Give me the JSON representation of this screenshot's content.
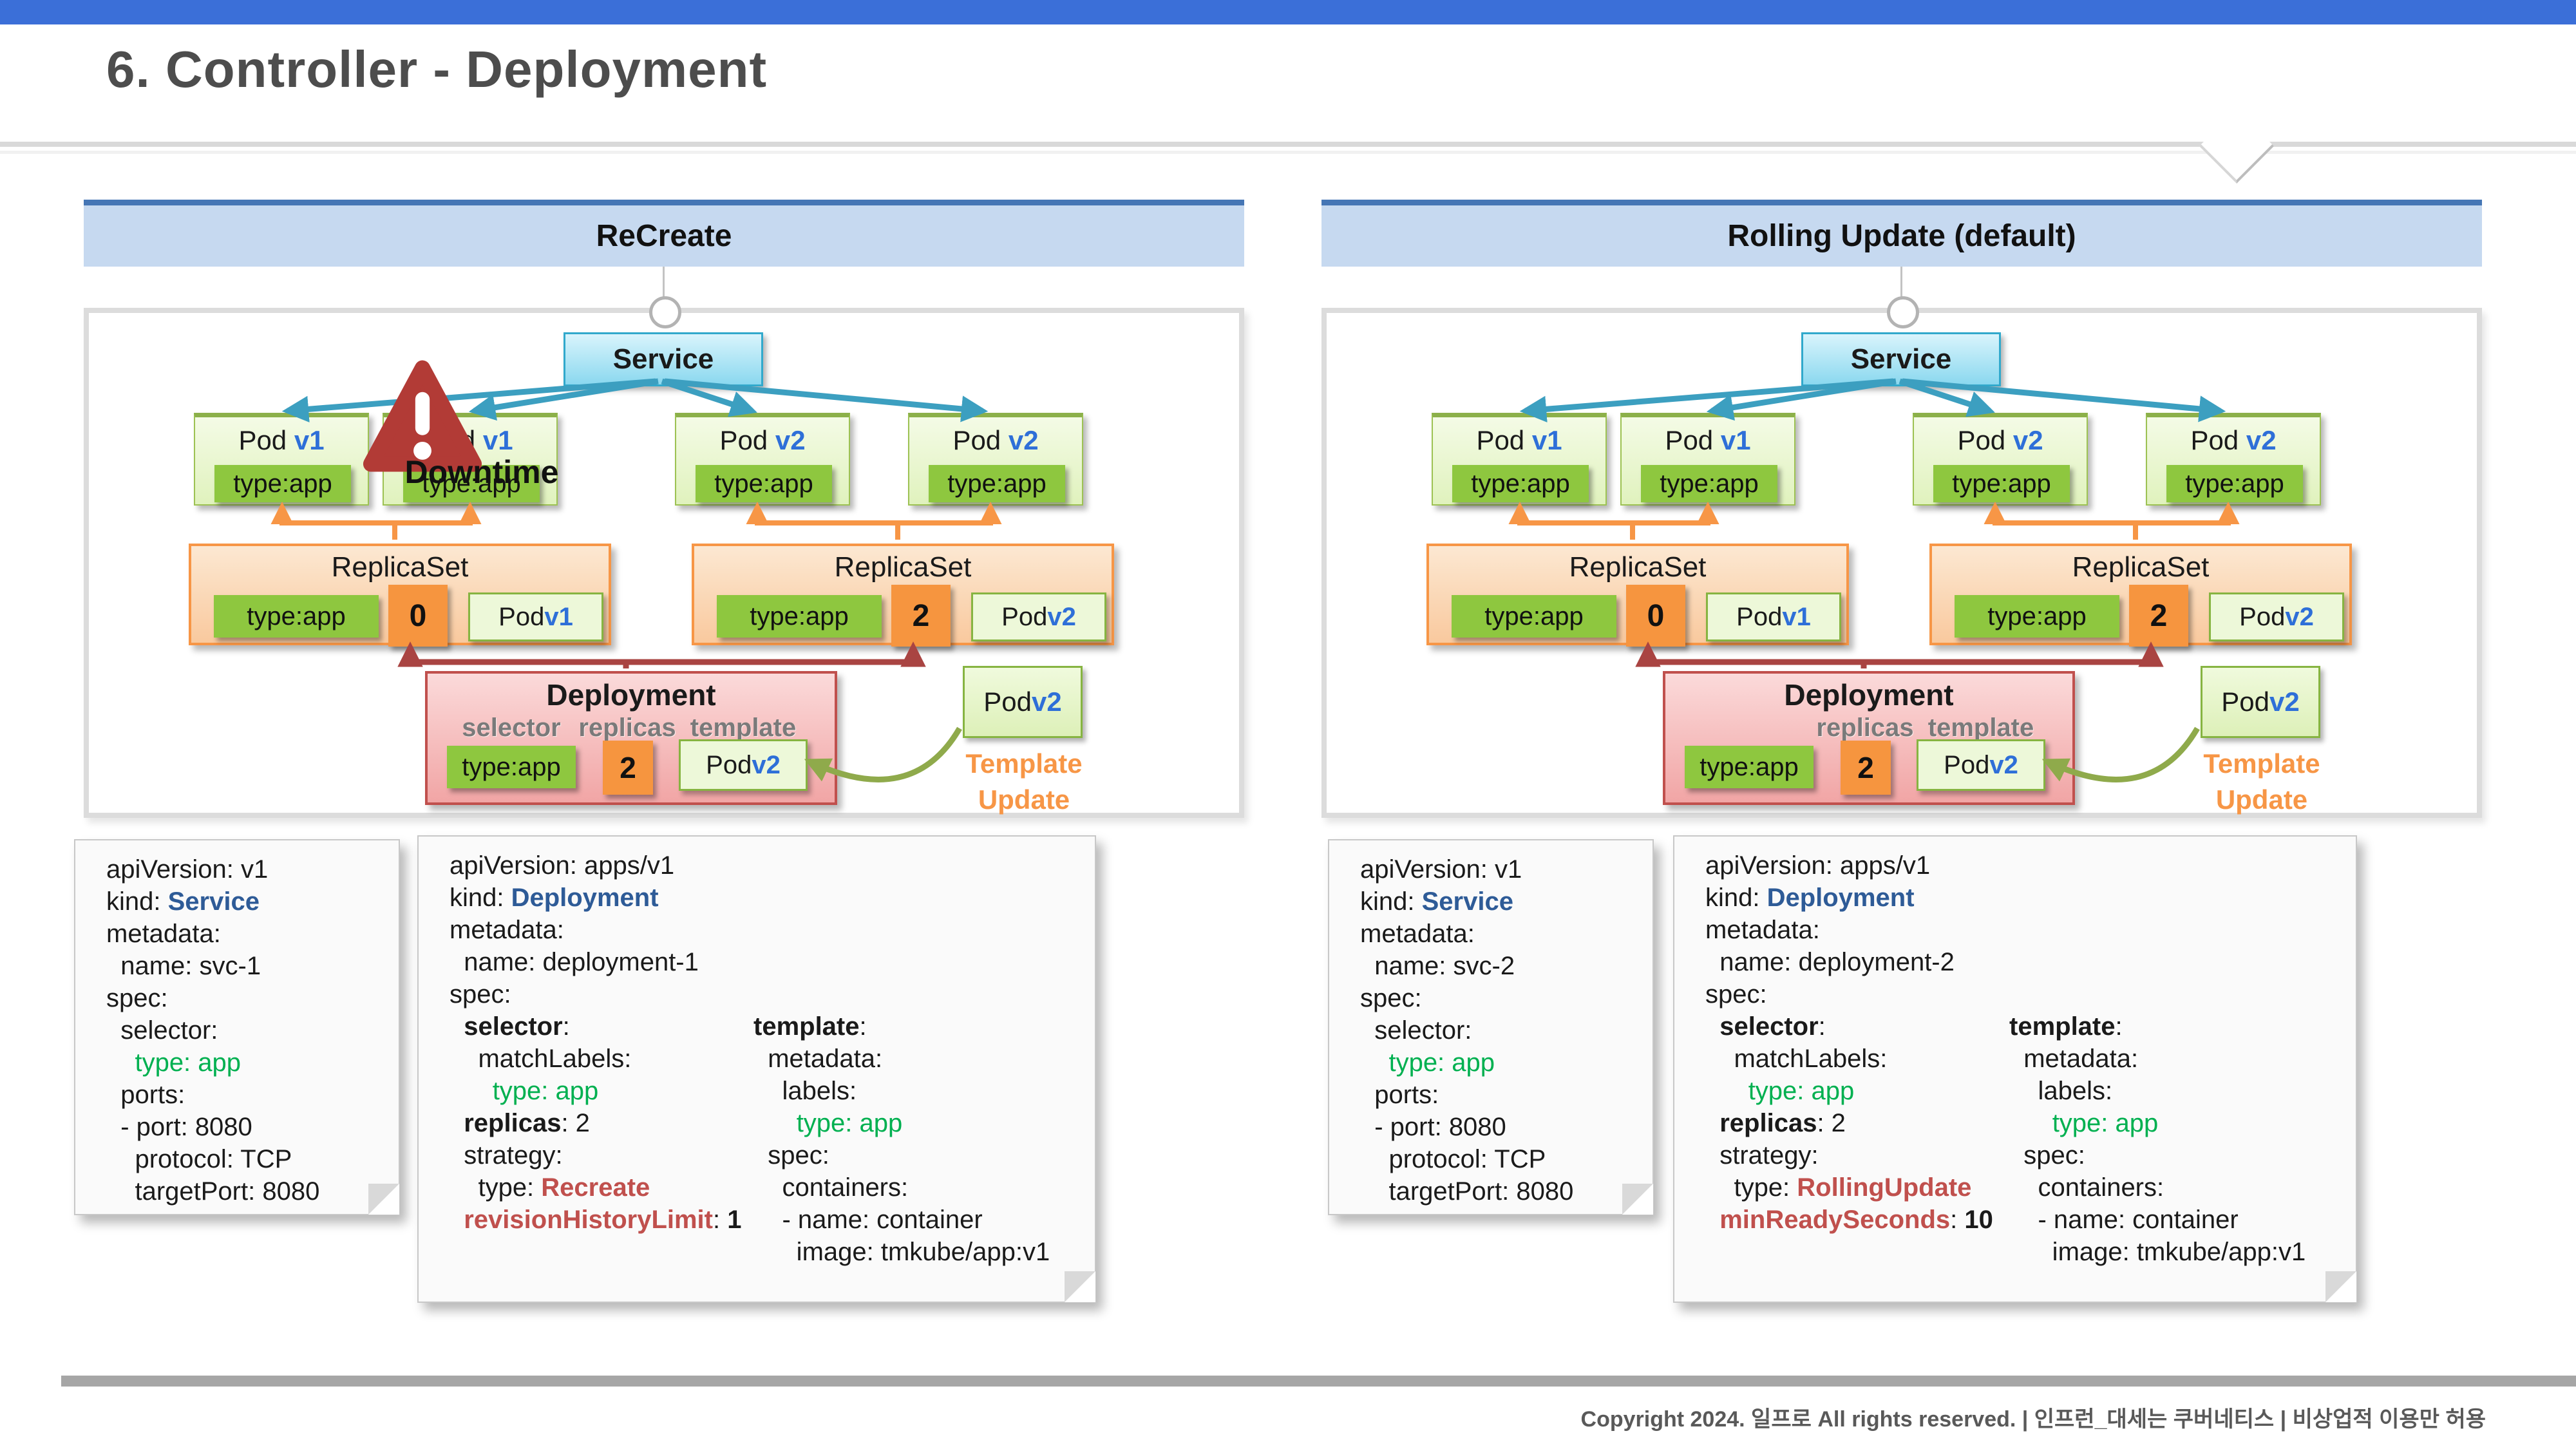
{
  "page": {
    "title": "6. Controller - Deployment"
  },
  "colors": {
    "top_bar": "#3b6fd8",
    "panel_header_bg": "#c6d9f0",
    "panel_header_border": "#4576b5",
    "pod_green": "#8ec73f",
    "replicaset_orange": "#f79646",
    "deployment_red": "#c0504d",
    "service_cyan": "#31a9cc",
    "yaml_kind_blue": "#2e5b97",
    "yaml_label_green": "#00b050",
    "yaml_strategy_red": "#c0504d",
    "template_update_orange": "#f79646"
  },
  "panels": [
    {
      "header": "ReCreate",
      "service": "Service",
      "downtime": "Downtime",
      "pods": [
        {
          "name": "Pod ",
          "version": "v1",
          "label": "type:app"
        },
        {
          "name": "Pod ",
          "version": "v1",
          "label": "type:app"
        },
        {
          "name": "Pod ",
          "version": "v2",
          "label": "type:app"
        },
        {
          "name": "Pod ",
          "version": "v2",
          "label": "type:app"
        }
      ],
      "replicasets": [
        {
          "title": "ReplicaSet",
          "selector": "type:app",
          "count": "0",
          "pod": "Pod ",
          "pod_version": "v1"
        },
        {
          "title": "ReplicaSet",
          "selector": "type:app",
          "count": "2",
          "pod": "Pod ",
          "pod_version": "v2"
        }
      ],
      "deployment": {
        "title": "Deployment",
        "label_selector": "selector",
        "label_replicas": "replicas",
        "label_template": "template",
        "selector": "type:app",
        "replicas": "2",
        "template_pod": "Pod ",
        "template_pod_version": "v2"
      },
      "side": {
        "pod": "Pod ",
        "version": "v2",
        "update_line1": "Template",
        "update_line2": "Update"
      }
    },
    {
      "header": "Rolling Update (default)",
      "service": "Service",
      "downtime": "",
      "pods": [
        {
          "name": "Pod ",
          "version": "v1",
          "label": "type:app"
        },
        {
          "name": "Pod ",
          "version": "v1",
          "label": "type:app"
        },
        {
          "name": "Pod ",
          "version": "v2",
          "label": "type:app"
        },
        {
          "name": "Pod ",
          "version": "v2",
          "label": "type:app"
        }
      ],
      "replicasets": [
        {
          "title": "ReplicaSet",
          "selector": "type:app",
          "count": "0",
          "pod": "Pod ",
          "pod_version": "v1"
        },
        {
          "title": "ReplicaSet",
          "selector": "type:app",
          "count": "2",
          "pod": "Pod ",
          "pod_version": "v2"
        }
      ],
      "deployment": {
        "title": "Deployment",
        "label_selector": "",
        "label_replicas": "replicas",
        "label_template": "template",
        "selector": "type:app",
        "replicas": "2",
        "template_pod": "Pod ",
        "template_pod_version": "v2"
      },
      "side": {
        "pod": "Pod ",
        "version": "v2",
        "update_line1": "Template",
        "update_line2": "Update"
      }
    }
  ],
  "yaml": {
    "left_service": {
      "lines": [
        [
          {
            "t": "apiVersion: v1"
          }
        ],
        [
          {
            "t": "kind: "
          },
          {
            "t": "Service",
            "c": "cblue"
          }
        ],
        [
          {
            "t": "metadata:"
          }
        ],
        [
          {
            "t": "  name: svc-1"
          }
        ],
        [
          {
            "t": "spec:"
          }
        ],
        [
          {
            "t": "  selector:"
          }
        ],
        [
          {
            "t": "    "
          },
          {
            "t": "type: app",
            "c": "cgreen"
          }
        ],
        [
          {
            "t": "  ports:"
          }
        ],
        [
          {
            "t": "  - port: 8080"
          }
        ],
        [
          {
            "t": "    protocol: TCP"
          }
        ],
        [
          {
            "t": "    targetPort: 8080"
          }
        ]
      ]
    },
    "left_deployment": {
      "col1": [
        [
          {
            "t": "apiVersion: apps/v1"
          }
        ],
        [
          {
            "t": "kind: "
          },
          {
            "t": "Deployment",
            "c": "cblue"
          }
        ],
        [
          {
            "t": "metadata:"
          }
        ],
        [
          {
            "t": "  name: deployment-1"
          }
        ],
        [
          {
            "t": "spec:"
          }
        ],
        [
          {
            "t": "  "
          },
          {
            "t": "selector",
            "c": "cb"
          },
          {
            "t": ":"
          }
        ],
        [
          {
            "t": "    matchLabels:"
          }
        ],
        [
          {
            "t": "      "
          },
          {
            "t": "type: app",
            "c": "cgreen"
          }
        ],
        [
          {
            "t": "  "
          },
          {
            "t": "replicas",
            "c": "cb"
          },
          {
            "t": ": 2"
          }
        ],
        [
          {
            "t": "  strategy:"
          }
        ],
        [
          {
            "t": "    type: "
          },
          {
            "t": "Recreate",
            "c": "cred"
          }
        ],
        [
          {
            "t": "  "
          },
          {
            "t": "revisionHistoryLimit",
            "c": "cred"
          },
          {
            "t": ": "
          },
          {
            "t": "1",
            "c": "cb"
          }
        ]
      ],
      "col2": [
        [
          {
            "t": "template",
            "c": "cb"
          },
          {
            "t": ":"
          }
        ],
        [
          {
            "t": "  metadata:"
          }
        ],
        [
          {
            "t": "    labels:"
          }
        ],
        [
          {
            "t": "      "
          },
          {
            "t": "type: app",
            "c": "cgreen"
          }
        ],
        [
          {
            "t": "  spec:"
          }
        ],
        [
          {
            "t": "    containers:"
          }
        ],
        [
          {
            "t": "    - name: container"
          }
        ],
        [
          {
            "t": "      image: tmkube/app:v1"
          }
        ]
      ]
    },
    "right_service": {
      "lines": [
        [
          {
            "t": "apiVersion: v1"
          }
        ],
        [
          {
            "t": "kind: "
          },
          {
            "t": "Service",
            "c": "cblue"
          }
        ],
        [
          {
            "t": "metadata:"
          }
        ],
        [
          {
            "t": "  name: svc-2"
          }
        ],
        [
          {
            "t": "spec:"
          }
        ],
        [
          {
            "t": "  selector:"
          }
        ],
        [
          {
            "t": "    "
          },
          {
            "t": "type: app",
            "c": "cgreen"
          }
        ],
        [
          {
            "t": "  ports:"
          }
        ],
        [
          {
            "t": "  - port: 8080"
          }
        ],
        [
          {
            "t": "    protocol: TCP"
          }
        ],
        [
          {
            "t": "    targetPort: 8080"
          }
        ]
      ]
    },
    "right_deployment": {
      "col1": [
        [
          {
            "t": "apiVersion: apps/v1"
          }
        ],
        [
          {
            "t": "kind: "
          },
          {
            "t": "Deployment",
            "c": "cblue"
          }
        ],
        [
          {
            "t": "metadata:"
          }
        ],
        [
          {
            "t": "  name: deployment-2"
          }
        ],
        [
          {
            "t": "spec:"
          }
        ],
        [
          {
            "t": "  "
          },
          {
            "t": "selector",
            "c": "cb"
          },
          {
            "t": ":"
          }
        ],
        [
          {
            "t": "    matchLabels:"
          }
        ],
        [
          {
            "t": "      "
          },
          {
            "t": "type: app",
            "c": "cgreen"
          }
        ],
        [
          {
            "t": "  "
          },
          {
            "t": "replicas",
            "c": "cb"
          },
          {
            "t": ": 2"
          }
        ],
        [
          {
            "t": "  strategy:"
          }
        ],
        [
          {
            "t": "    type: "
          },
          {
            "t": "RollingUpdate",
            "c": "cred"
          }
        ],
        [
          {
            "t": "  "
          },
          {
            "t": "minReadySeconds",
            "c": "cred"
          },
          {
            "t": ": "
          },
          {
            "t": "10",
            "c": "cb"
          }
        ]
      ],
      "col2": [
        [
          {
            "t": "template",
            "c": "cb"
          },
          {
            "t": ":"
          }
        ],
        [
          {
            "t": "  metadata:"
          }
        ],
        [
          {
            "t": "    labels:"
          }
        ],
        [
          {
            "t": "      "
          },
          {
            "t": "type: app",
            "c": "cgreen"
          }
        ],
        [
          {
            "t": "  spec:"
          }
        ],
        [
          {
            "t": "    containers:"
          }
        ],
        [
          {
            "t": "    - name: container"
          }
        ],
        [
          {
            "t": "      image: tmkube/app:v1"
          }
        ]
      ]
    }
  },
  "footer": {
    "copyright": "Copyright 2024. 일프로 All rights reserved. | 인프런_대세는 쿠버네티스 | 비상업적 이용만 허용"
  }
}
